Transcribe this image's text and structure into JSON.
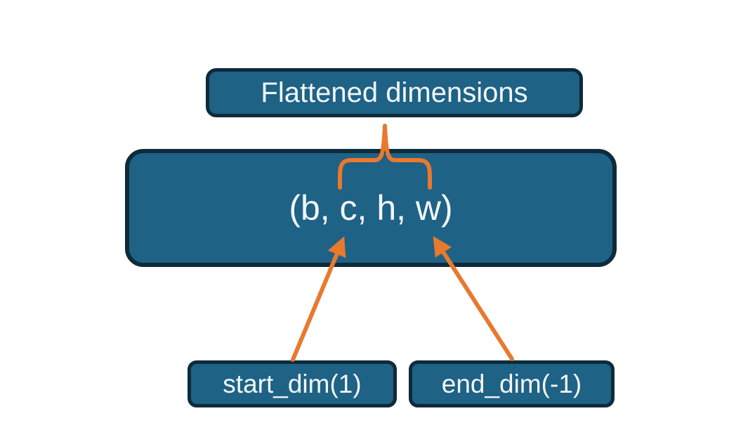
{
  "diagram": {
    "background": "#ffffff",
    "colors": {
      "node_fill": "#1e6285",
      "node_border": "#0d2b3b",
      "accent_orange": "#e8792f",
      "text": "#f2f6f8"
    },
    "nodes": {
      "flattened": {
        "label": "Flattened dimensions"
      },
      "tensor": {
        "label": "(b, c, h, w)"
      },
      "start_dim": {
        "label": "start_dim(1)"
      },
      "end_dim": {
        "label": "end_dim(-1)"
      }
    },
    "connectors": [
      {
        "type": "brace-with-stem",
        "from": "flattened",
        "to": "tensor"
      },
      {
        "type": "arrow",
        "from": "start_dim",
        "to": "tensor"
      },
      {
        "type": "arrow",
        "from": "end_dim",
        "to": "tensor"
      }
    ]
  }
}
